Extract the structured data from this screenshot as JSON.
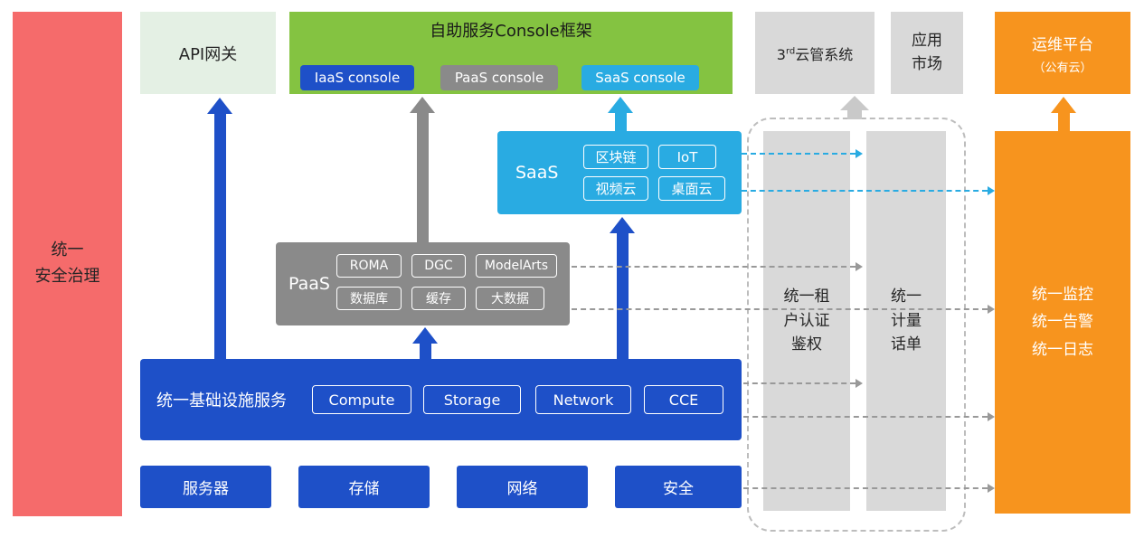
{
  "colors": {
    "blue": "#1E50C8",
    "cyan": "#29ABE2",
    "gray": "#8A8A8A",
    "light_gray": "#D9D9D9",
    "green": "#84C341",
    "light_green": "#E4F0E4",
    "orange": "#F7941E",
    "red": "#F56B6B"
  },
  "security_bar": {
    "label": "统一\n安全治理"
  },
  "api_gateway": {
    "label": "API网关"
  },
  "console": {
    "title": "自助服务Console框架",
    "iaas_button": "IaaS console",
    "paas_button": "PaaS console",
    "saas_button": "SaaS console"
  },
  "third_party_cloud": {
    "num": "3",
    "sup": "rd",
    "rest": "云管系统"
  },
  "app_market": {
    "label": "应用\n市场"
  },
  "om_platform": {
    "line1": "运维平台",
    "line2": "（公有云）"
  },
  "saas_box": {
    "label": "SaaS",
    "chips": [
      "区块链",
      "IoT",
      "视频云",
      "桌面云"
    ]
  },
  "paas_box": {
    "label": "PaaS",
    "chips": [
      "ROMA",
      "DGC",
      "ModelArts",
      "数据库",
      "缓存",
      "大数据"
    ]
  },
  "infra_box": {
    "label": "统一基础设施服务",
    "chips": [
      "Compute",
      "Storage",
      "Network",
      "CCE"
    ]
  },
  "resource_row": {
    "items": [
      "服务器",
      "存储",
      "网络",
      "安全"
    ]
  },
  "auth_bar": {
    "label": "统一租\n户认证\n鉴权"
  },
  "metering_bar": {
    "label": "统一\n计量\n话单"
  },
  "monitor_bar": {
    "label": "统一监控\n统一告警\n统一日志"
  }
}
